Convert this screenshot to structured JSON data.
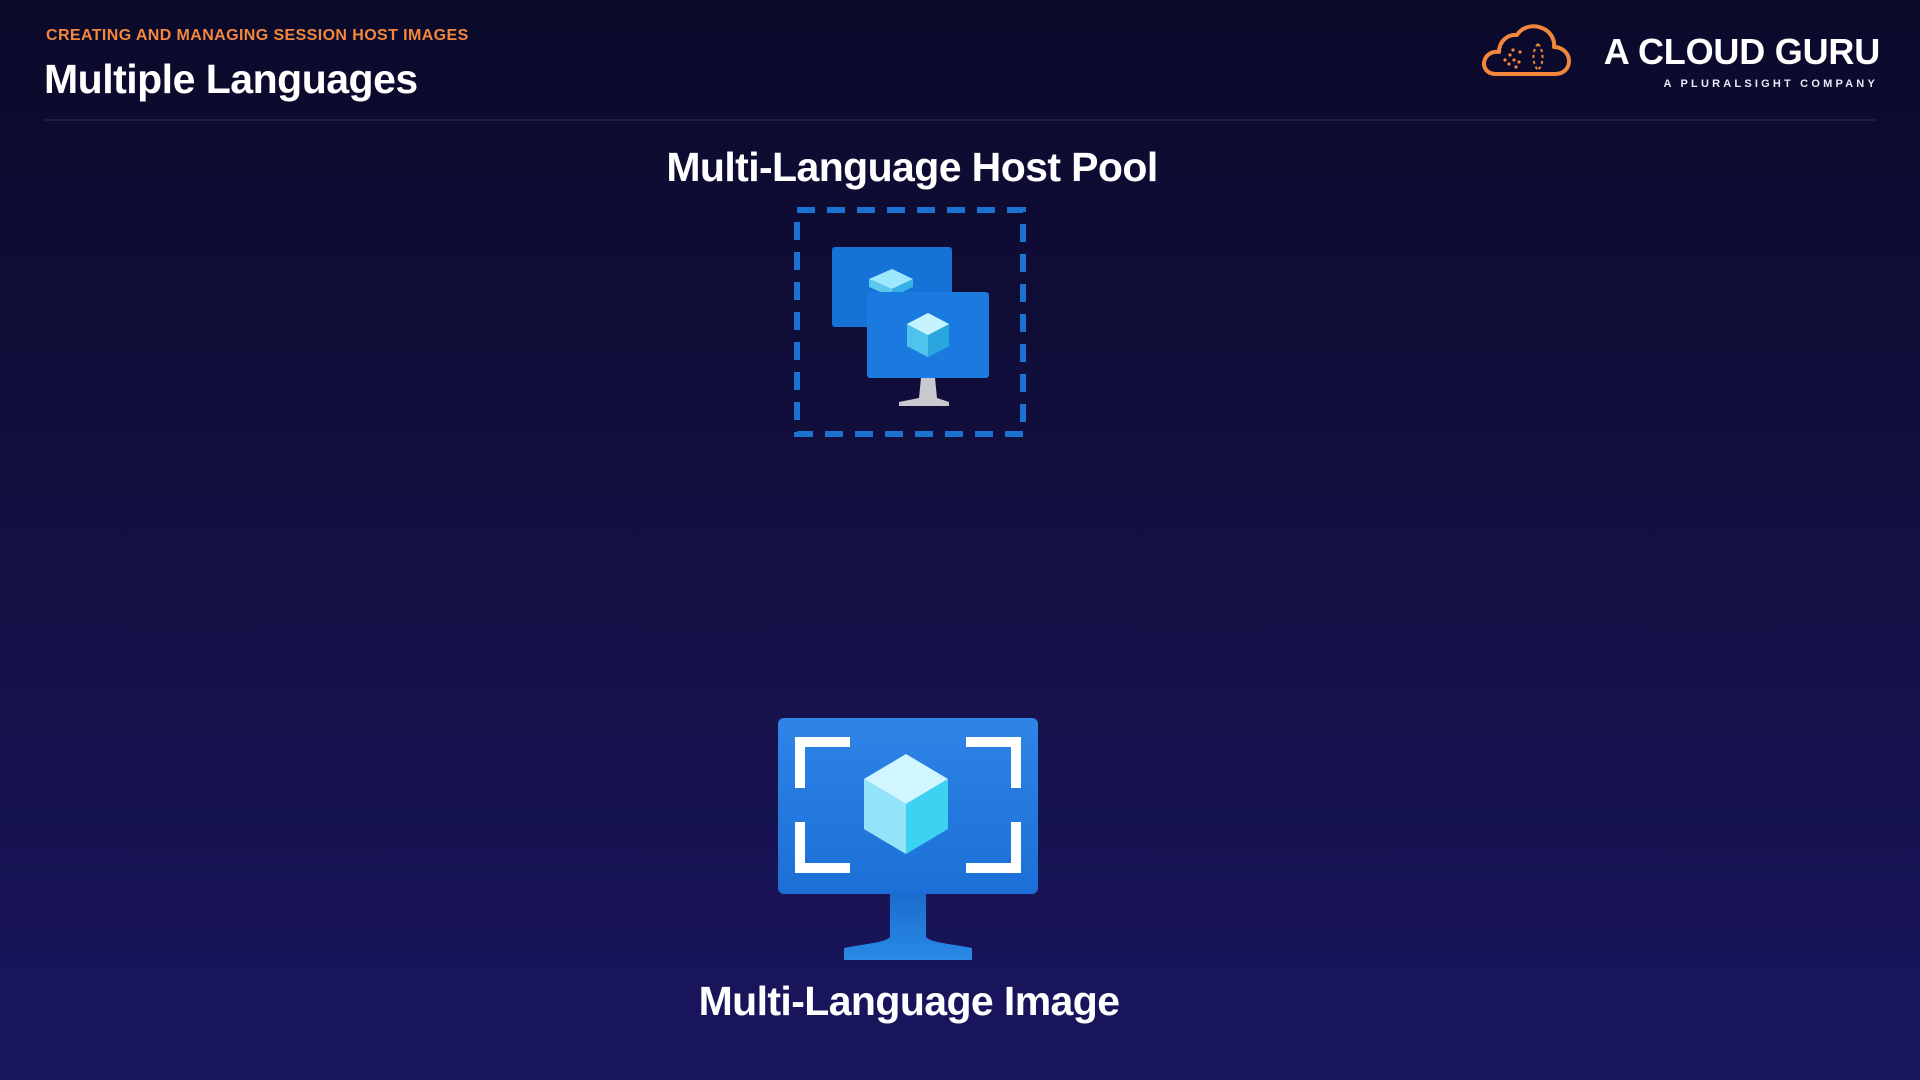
{
  "header": {
    "eyebrow": "CREATING AND MANAGING SESSION HOST IMAGES",
    "title": "Multiple Languages"
  },
  "brand": {
    "name": "A CLOUD GURU",
    "tagline": "A PLURALSIGHT COMPANY",
    "logo_icon": "cloud-icon",
    "accent_color": "#f3873c"
  },
  "diagram": {
    "top_label": "Multi-Language Host Pool",
    "top_icon": "host-pool-icon",
    "bottom_label": "Multi-Language Image",
    "bottom_icon": "vm-image-icon",
    "icon_color": "#1b73d1"
  }
}
